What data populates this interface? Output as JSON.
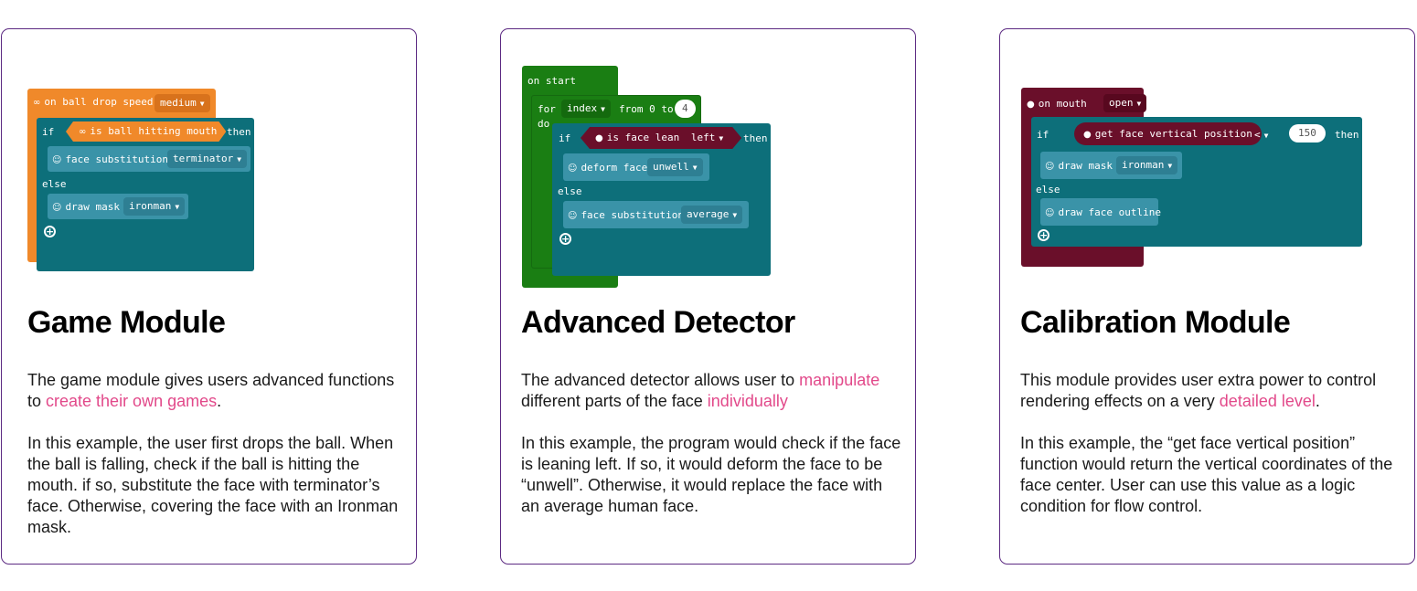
{
  "colors": {
    "border": "#5c2a82",
    "highlight": "#e2498a",
    "game_orange": "#f0892a",
    "logic_teal": "#0d6f7a",
    "face_blue": "#3a93a8",
    "loop_green": "#1a7e13",
    "face_maroon": "#6a0f2a"
  },
  "cards": [
    {
      "title": "Game Module",
      "p1_before": "The game module gives users advanced functions to ",
      "p1_link": "create their own games",
      "p1_after": ".",
      "p1_mid": "",
      "p1_link2": "",
      "p2": "In this example, the user first drops the ball. When the ball is falling, check if the ball is hitting the mouth. if so, substitute the face with terminator’s face. Otherwise, covering the face with an Ironman mask.",
      "code": {
        "event": "on ball drop speed",
        "event_value": "medium",
        "if": "if",
        "condition": "is ball hitting mouth",
        "then": "then",
        "action1": "face substitution",
        "action1_value": "terminator",
        "else": "else",
        "action2": "draw mask",
        "action2_value": "ironman"
      }
    },
    {
      "title": "Advanced Detector",
      "p1_before": "The advanced detector allows user to ",
      "p1_link": "manipulate",
      "p1_mid": " different parts of the face ",
      "p1_link2": "individually",
      "p1_after": "",
      "p2": "In this example, the program would check if the face is leaning left. If so, it would deform the face to be “unwell”. Otherwise, it would replace the face with an average human face.",
      "code": {
        "event": "on start",
        "for": "for",
        "var": "index",
        "from": "from 0 to",
        "to_value": "4",
        "do": "do",
        "if": "if",
        "condition": "is face lean",
        "condition_value": "left",
        "then": "then",
        "action1": "deform face",
        "action1_value": "unwell",
        "else": "else",
        "action2": "face substitution",
        "action2_value": "average"
      }
    },
    {
      "title": "Calibration Module",
      "p1_before": "This module provides user extra power to control rendering effects on a very ",
      "p1_link": "detailed level",
      "p1_after": ".",
      "p1_mid": "",
      "p1_link2": "",
      "p2": "In this example, the “get face vertical position” function would return the vertical coordinates of the face center. User can use this value as a logic condition for flow control.",
      "code": {
        "event": "on mouth",
        "event_value": "open",
        "if": "if",
        "condition": "get face vertical position",
        "operator": "<",
        "compare_value": "150",
        "then": "then",
        "action1": "draw mask",
        "action1_value": "ironman",
        "else": "else",
        "action2": "draw face outline"
      }
    }
  ]
}
